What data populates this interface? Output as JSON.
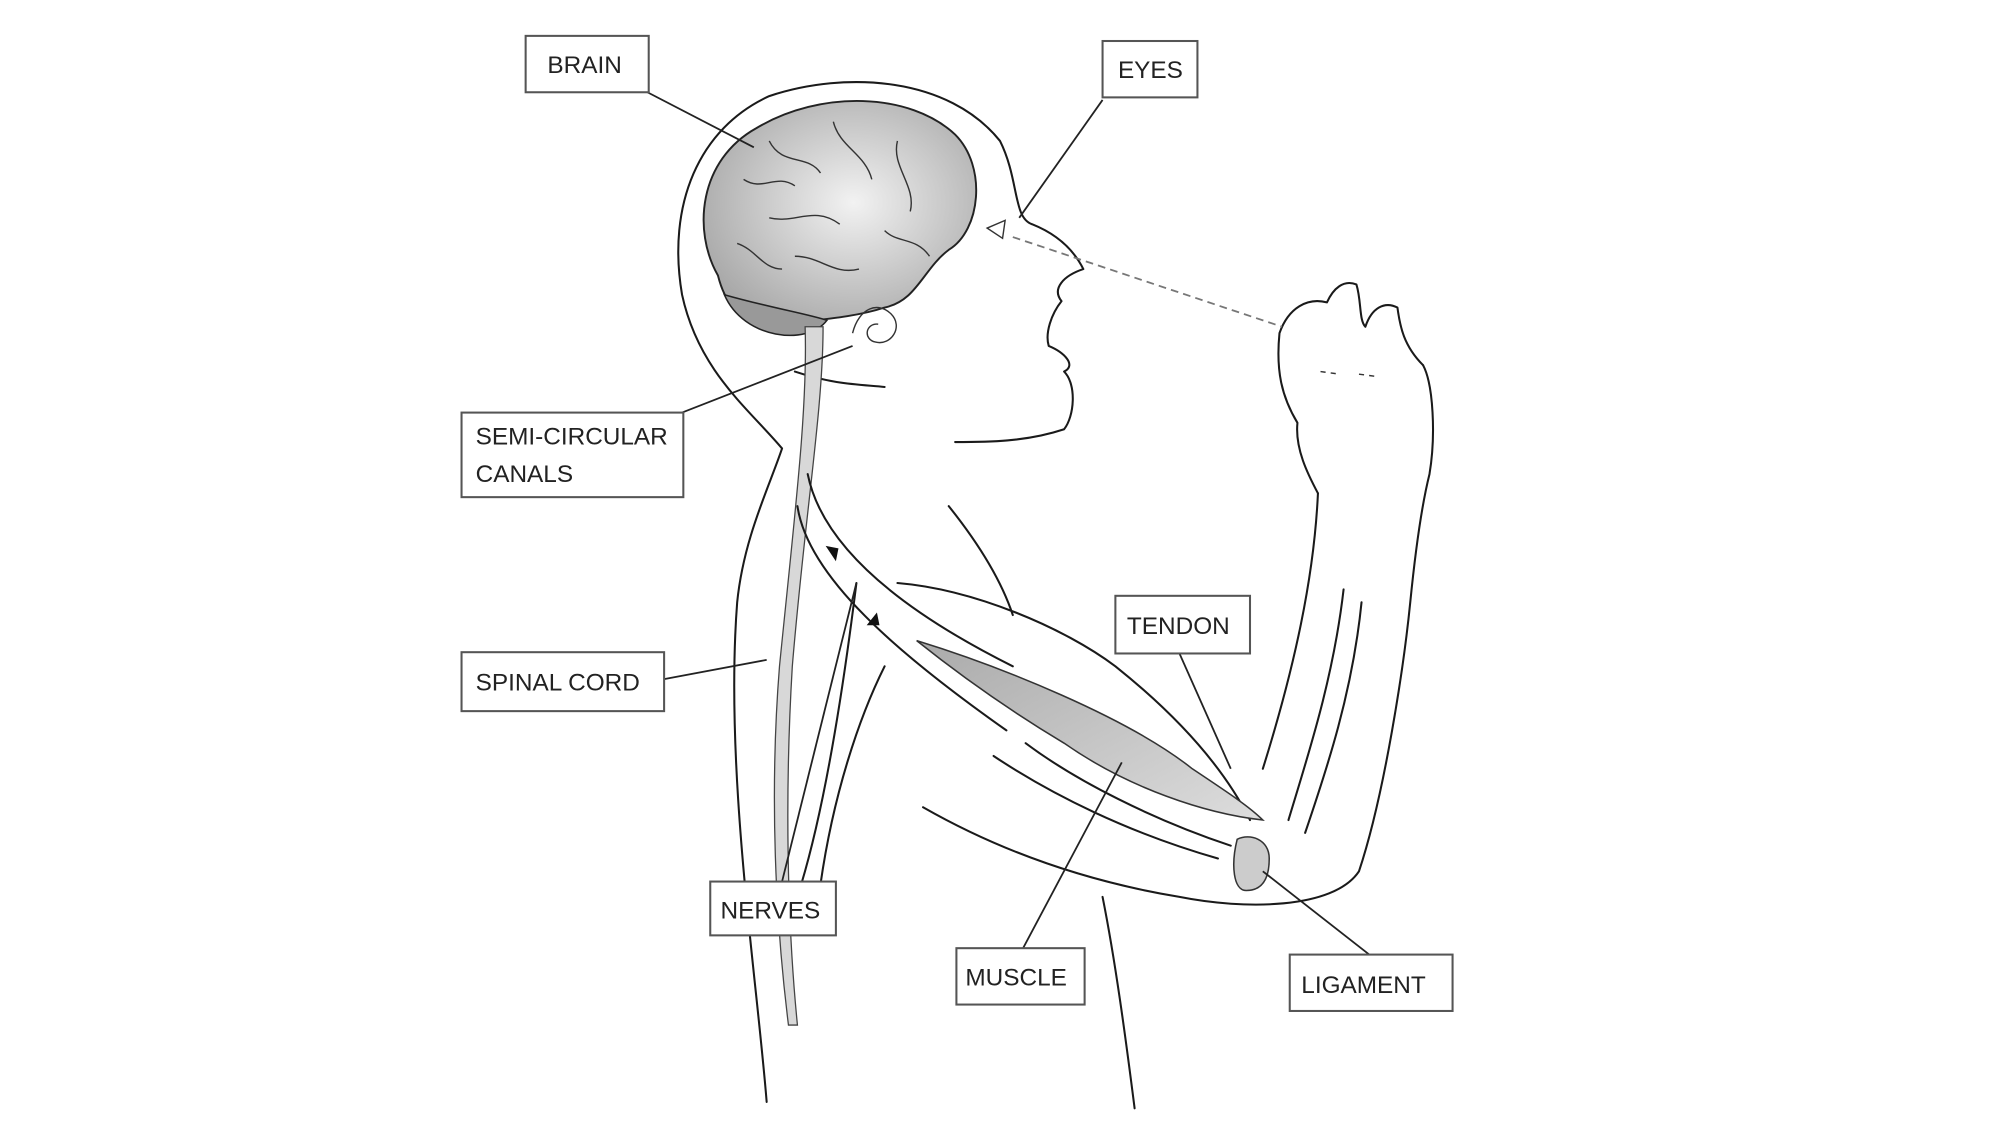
{
  "diagram": {
    "labels": {
      "brain": "BRAIN",
      "eyes": "EYES",
      "semi_circular_1": "SEMI-CIRCULAR",
      "semi_circular_2": "CANALS",
      "spinal_cord": "SPINAL CORD",
      "tendon": "TENDON",
      "nerves": "NERVES",
      "muscle": "MUSCLE",
      "ligament": "LIGAMENT"
    }
  }
}
